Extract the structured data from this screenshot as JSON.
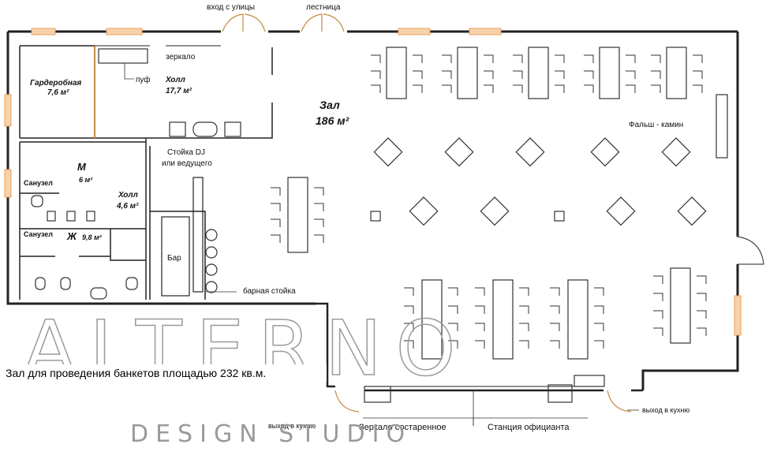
{
  "labels": {
    "street_entrance": "вход с улицы",
    "stairs": "лестница",
    "mirror": "зеркало",
    "pouf": "пуф",
    "dj_stand": "Стойка DJ",
    "dj_stand_2": "или ведущего",
    "false_fireplace": "Фальш - камин",
    "bar": "Бар",
    "bar_counter": "барная стойка",
    "kitchen_exit_left": "выход в кухню",
    "kitchen_exit_right": "выход в кухню",
    "aged_mirror": "Зеркало состаренное",
    "waiter_station": "Станция официанта"
  },
  "rooms": {
    "hall_name": "Зал",
    "hall_area": "186 м²",
    "wardrobe_name": "Гардеробная",
    "wardrobe_area": "7,6 м²",
    "foyer_name": "Холл",
    "foyer_area": "17,7 м²",
    "m_name": "М",
    "m_area": "6 м²",
    "small_hall_name": "Холл",
    "small_hall_area": "4,6 м²",
    "w_name": "Ж",
    "w_area": "9,8 м²",
    "wc_1": "Санузел",
    "wc_2": "Санузел"
  },
  "caption": "Зал для проведения банкетов площадью 232 кв.м.",
  "watermark": {
    "logo": "ALTERNO",
    "studio": "DESIGN STUDIO"
  },
  "colors": {
    "wall": "#222222",
    "window": "#e8a060",
    "watermark": "#9a9a9a"
  }
}
